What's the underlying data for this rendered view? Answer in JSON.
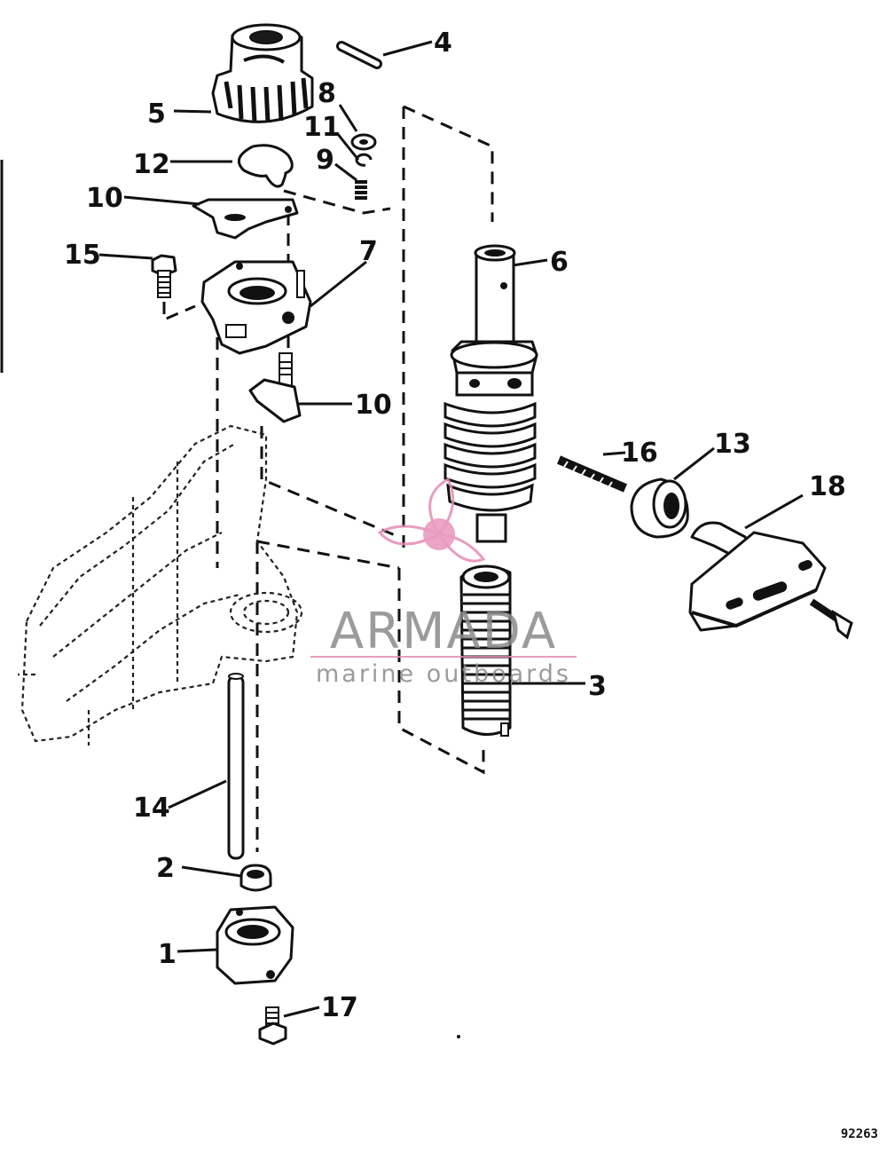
{
  "callouts": {
    "c1": "1",
    "c2": "2",
    "c3": "3",
    "c4": "4",
    "c5": "5",
    "c6": "6",
    "c7": "7",
    "c8": "8",
    "c9": "9",
    "c10a": "10",
    "c10b": "10",
    "c11": "11",
    "c12": "12",
    "c13": "13",
    "c14": "14",
    "c15": "15",
    "c16": "16",
    "c17": "17",
    "c18": "18"
  },
  "figure_number": "92263",
  "watermark": {
    "brand": "ARMADA",
    "tagline": "marine outboards",
    "colors": {
      "text": "#8a8a8a",
      "accent": "#e68ab4"
    }
  }
}
